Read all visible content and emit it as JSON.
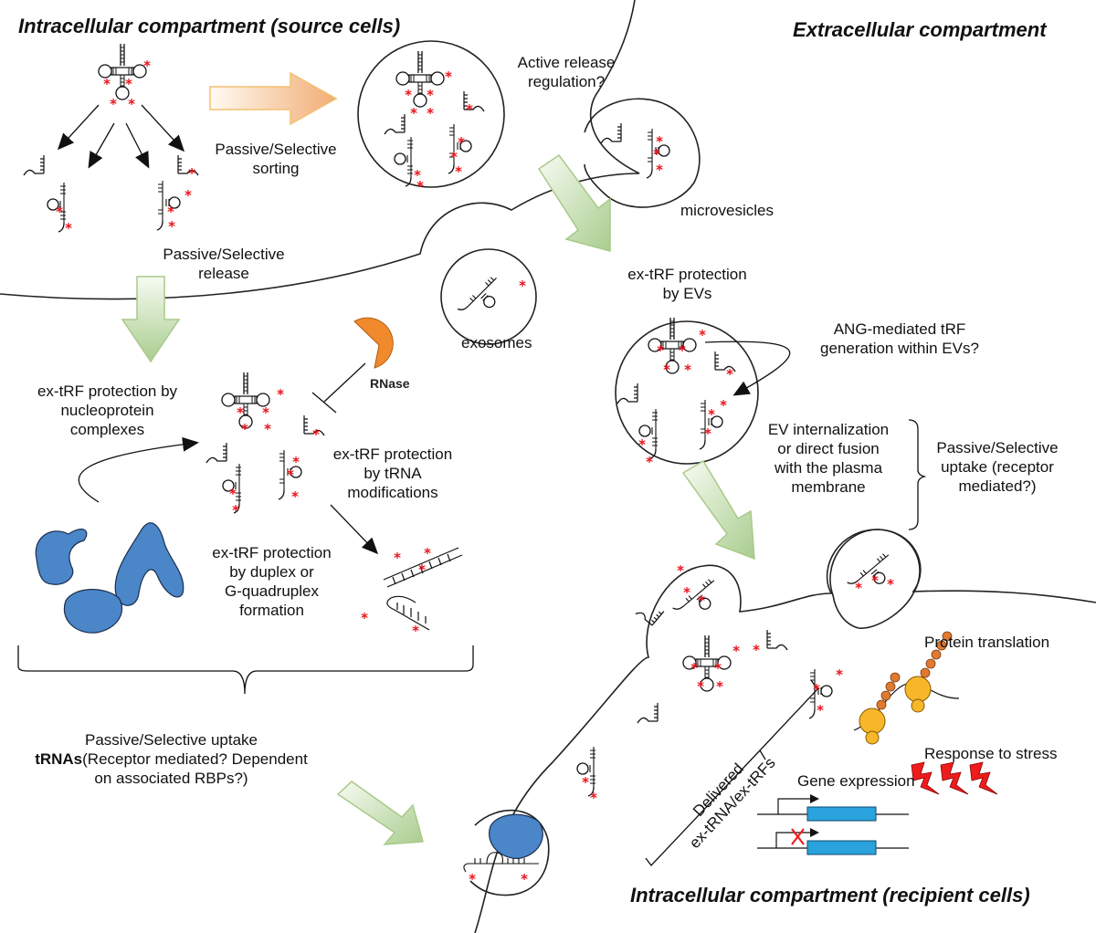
{
  "titles": {
    "source": "Intracellular compartment (source cells)",
    "extracellular": "Extracellular compartment",
    "recipient": "Intracellular compartment (recipient cells)"
  },
  "labels": {
    "sorting_1": "Passive/Selective",
    "sorting_2": "sorting",
    "release_1": "Passive/Selective",
    "release_2": "release",
    "active_release_1": "Active release",
    "active_release_2": "regulation?",
    "microvesicles": "microvesicles",
    "exosomes": "exosomes",
    "rnase": "RNase",
    "ev_protection_1": "ex-tRF protection",
    "ev_protection_2": "by EVs",
    "ang_1": "ANG-mediated tRF",
    "ang_2": "generation within EVs?",
    "nucleoprotein_1": "ex-tRF protection by",
    "nucleoprotein_2": "nucleoprotein",
    "nucleoprotein_3": "complexes",
    "trna_mod_1": "ex-tRF protection",
    "trna_mod_2": "by tRNA",
    "trna_mod_3": "modifications",
    "duplex_1": "ex-tRF protection",
    "duplex_2": "by duplex or",
    "duplex_3": "G-quadruplex",
    "duplex_4": "formation",
    "ev_intern_1": "EV internalization",
    "ev_intern_2": "or direct fusion",
    "ev_intern_3": "with the plasma",
    "ev_intern_4": "membrane",
    "ev_uptake_1": "Passive/Selective",
    "ev_uptake_2": "uptake (receptor",
    "ev_uptake_3": "mediated?)",
    "uptake_1": "Passive/Selective uptake",
    "uptake_bold": "tRNAs",
    "uptake_2": "(Receptor mediated? Dependent",
    "uptake_3": "on associated RBPs?)",
    "delivered_1": "Delivered",
    "delivered_2": "ex-tRNA/ex-tRFs",
    "protein_translation": "Protein translation",
    "response_stress": "Response to stress",
    "gene_expression": "Gene expression"
  },
  "colors": {
    "modification_star": "#e8141c",
    "rbp_protein": "#4a86c8",
    "rnase": "#f08a2c",
    "green_arrow": "#a8c98a",
    "orange_arrow": "#f2b27a",
    "ribosome": "#f6b82a",
    "peptide": "#e07a2e",
    "gene_box": "#2aa2dc",
    "lightning": "#ee1c1c"
  }
}
